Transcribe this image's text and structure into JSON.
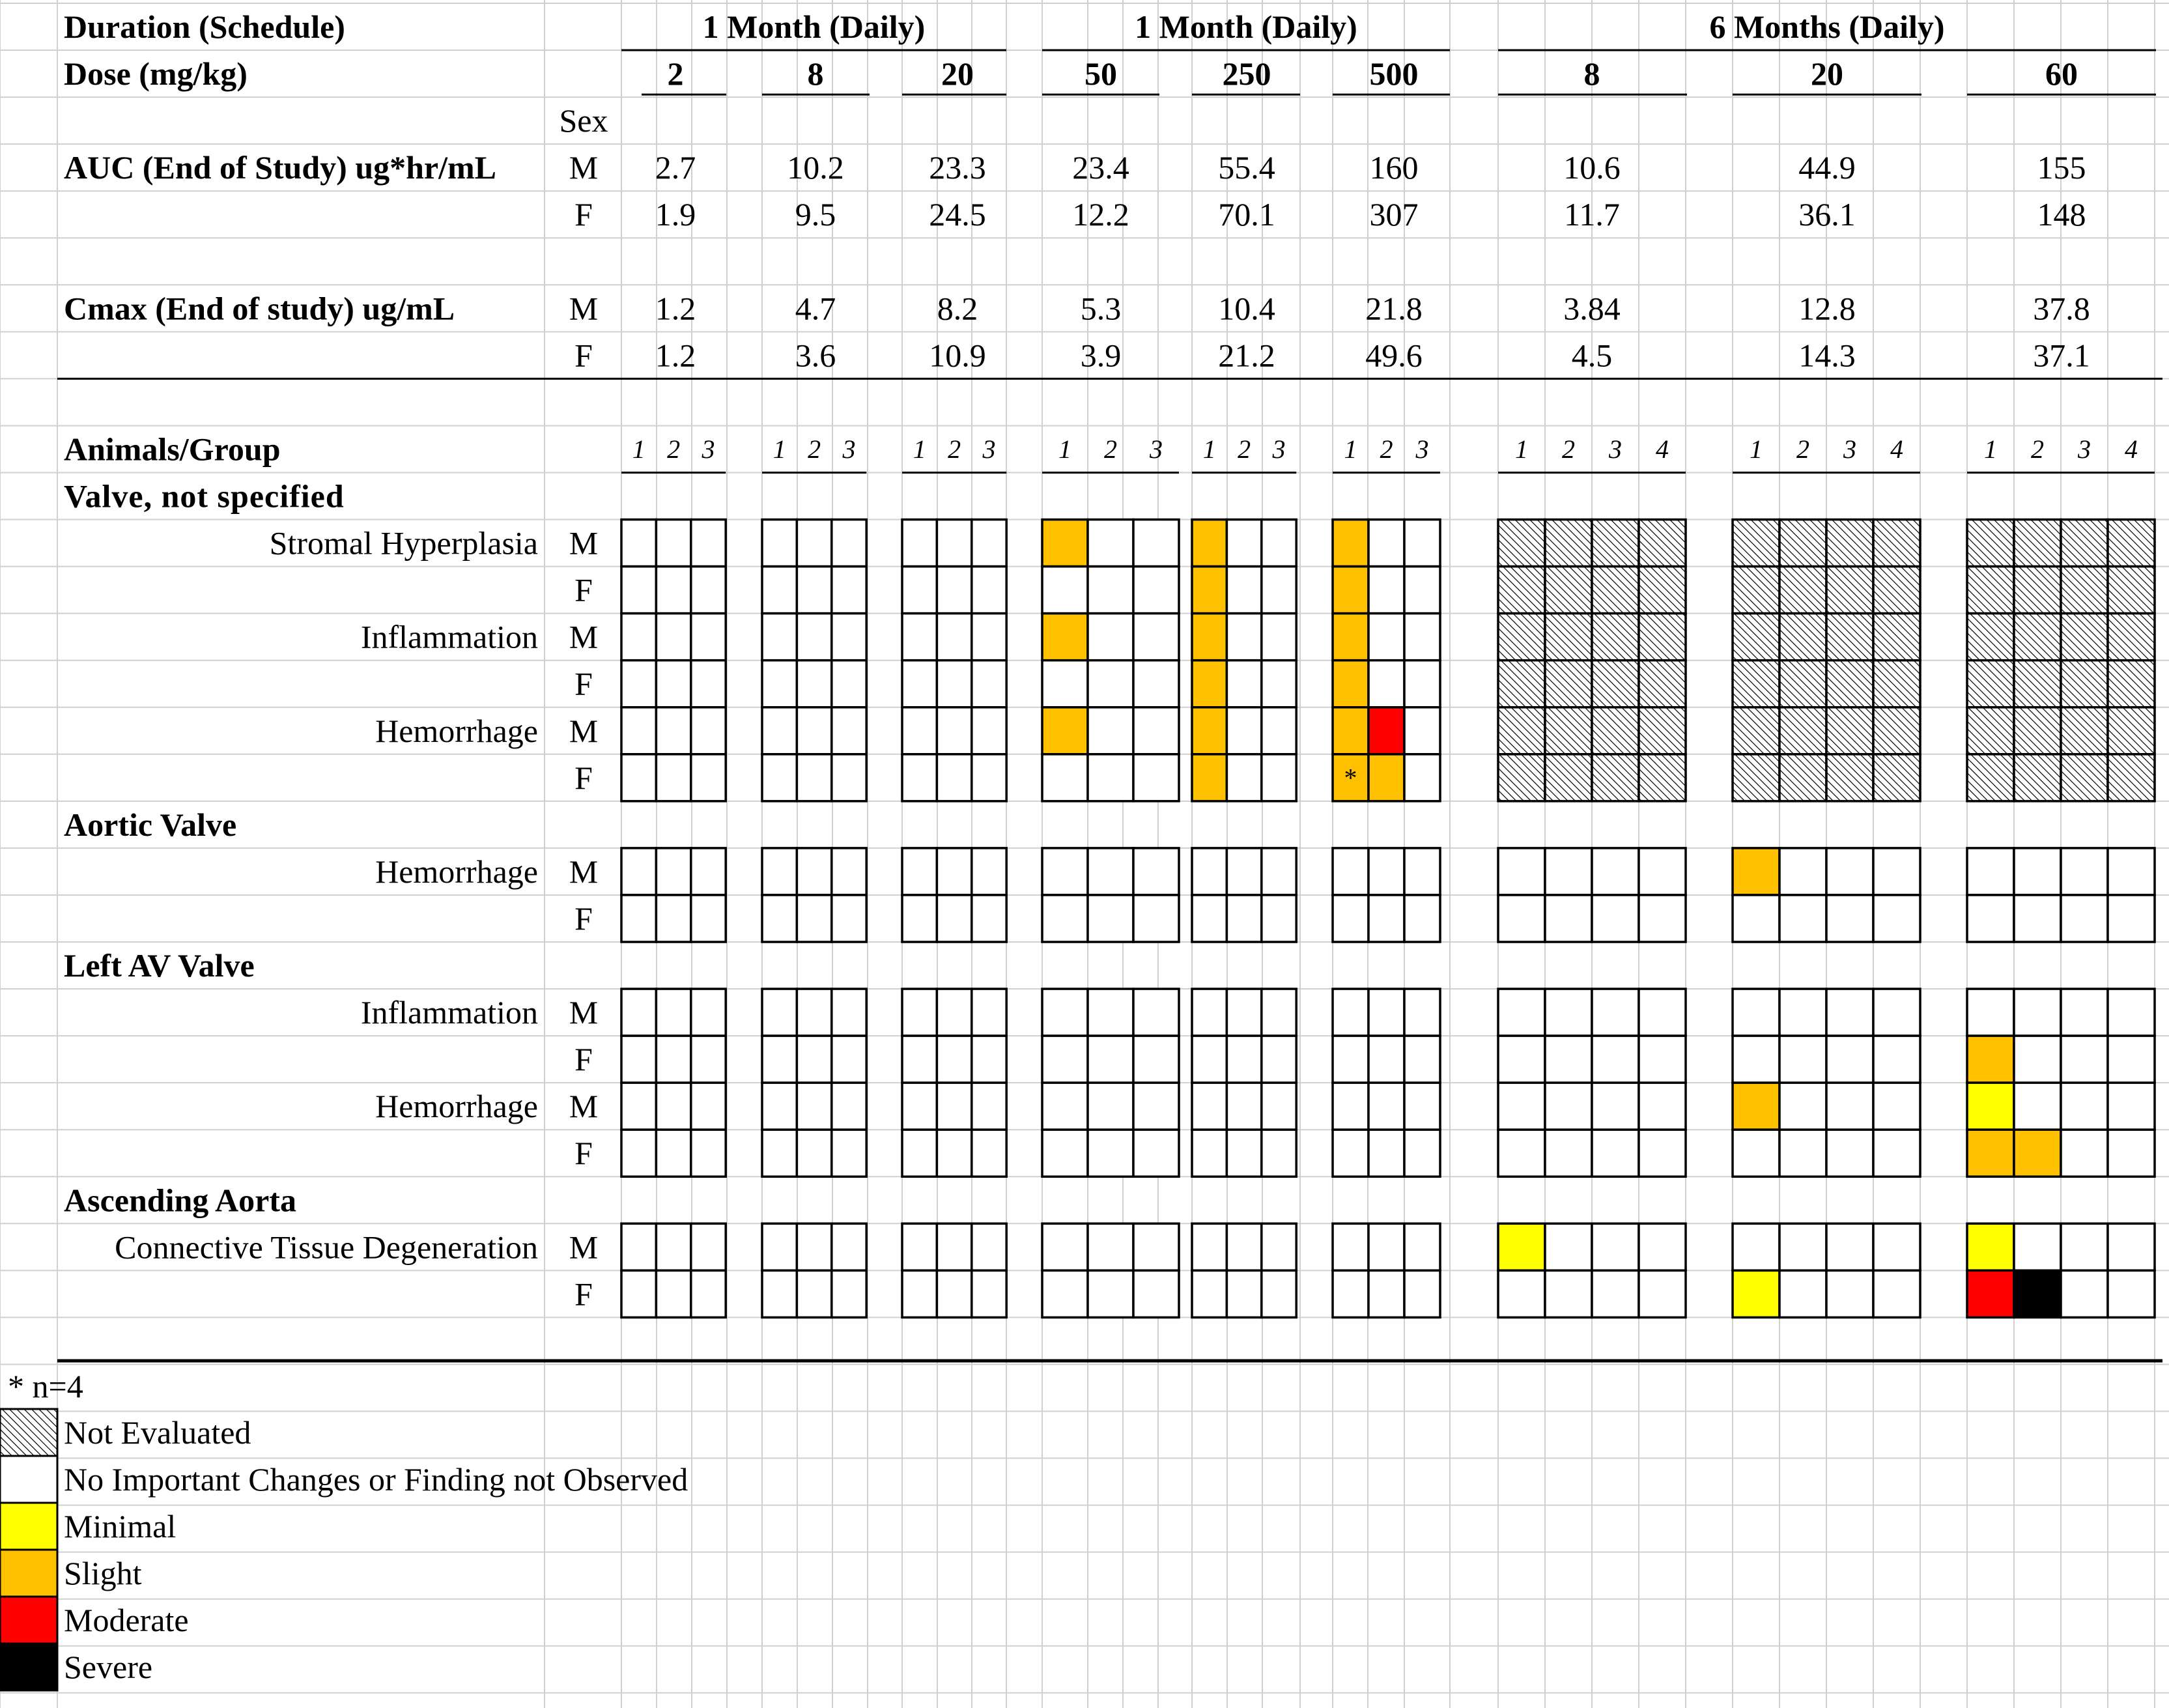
{
  "colors": {
    "not_evaluated": "hatched",
    "none": "#ffffff",
    "minimal": "#ffff00",
    "slight": "#ffc000",
    "moderate": "#ff0000",
    "severe": "#000000",
    "spreadsheet_grid": "#d0d0d0"
  },
  "header": {
    "duration_label": "Duration (Schedule)",
    "dose_label": "Dose (mg/kg)",
    "sex_label": "Sex",
    "groups": [
      {
        "duration": "1 Month (Daily)",
        "doses": [
          "2",
          "8",
          "20"
        ]
      },
      {
        "duration": "1 Month (Daily)",
        "doses": [
          "50",
          "250",
          "500"
        ]
      },
      {
        "duration": "6 Months (Daily)",
        "doses": [
          "8",
          "20",
          "60"
        ]
      }
    ]
  },
  "pk": [
    {
      "label": "AUC (End of Study) ug*hr/mL",
      "M": [
        "2.7",
        "10.2",
        "23.3",
        "23.4",
        "55.4",
        "160",
        "10.6",
        "44.9",
        "155"
      ],
      "F": [
        "1.9",
        "9.5",
        "24.5",
        "12.2",
        "70.1",
        "307",
        "11.7",
        "36.1",
        "148"
      ]
    },
    {
      "label": "Cmax (End of study) ug/mL",
      "M": [
        "1.2",
        "4.7",
        "8.2",
        "5.3",
        "10.4",
        "21.8",
        "3.84",
        "12.8",
        "37.8"
      ],
      "F": [
        "1.2",
        "3.6",
        "10.9",
        "3.9",
        "21.2",
        "49.6",
        "4.5",
        "14.3",
        "37.1"
      ]
    }
  ],
  "animals_label": "Animals/Group",
  "chart_data": {
    "type": "heatmap",
    "animals_per_dose": [
      3,
      3,
      3,
      3,
      3,
      3,
      4,
      4,
      4
    ],
    "severity_legend": [
      {
        "key": "not_evaluated",
        "label": "Not Evaluated"
      },
      {
        "key": "none",
        "label": "No Important Changes or Finding not Observed"
      },
      {
        "key": "minimal",
        "label": "Minimal"
      },
      {
        "key": "slight",
        "label": "Slight"
      },
      {
        "key": "moderate",
        "label": "Moderate"
      },
      {
        "key": "severe",
        "label": "Severe"
      }
    ],
    "footnote": "* n=4",
    "sections": [
      {
        "title": "Valve, not specified",
        "findings": [
          {
            "name": "Stromal Hyperplasia",
            "M": [
              "---",
              "---",
              "---",
              "S--",
              "S--",
              "S--",
              "XXXX",
              "XXXX",
              "XXXX"
            ],
            "F": [
              "---",
              "---",
              "---",
              "---",
              "S--",
              "S--",
              "XXXX",
              "XXXX",
              "XXXX"
            ]
          },
          {
            "name": "Inflammation",
            "M": [
              "---",
              "---",
              "---",
              "S--",
              "S--",
              "S--",
              "XXXX",
              "XXXX",
              "XXXX"
            ],
            "F": [
              "---",
              "---",
              "---",
              "---",
              "S--",
              "S--",
              "XXXX",
              "XXXX",
              "XXXX"
            ]
          },
          {
            "name": "Hemorrhage",
            "M": [
              "---",
              "---",
              "---",
              "S--",
              "S--",
              "SR-",
              "XXXX",
              "XXXX",
              "XXXX"
            ],
            "F": [
              "---",
              "---",
              "---",
              "---",
              "S--",
              "SS-",
              "XXXX",
              "XXXX",
              "XXXX"
            ],
            "F_marker": {
              "dose": 5,
              "animal": 0,
              "text": "*"
            }
          }
        ]
      },
      {
        "title": "Aortic Valve",
        "findings": [
          {
            "name": "Hemorrhage",
            "M": [
              "---",
              "---",
              "---",
              "---",
              "---",
              "---",
              "----",
              "S---",
              "----"
            ],
            "F": [
              "---",
              "---",
              "---",
              "---",
              "---",
              "---",
              "----",
              "----",
              "----"
            ]
          }
        ]
      },
      {
        "title": "Left AV Valve",
        "findings": [
          {
            "name": "Inflammation",
            "M": [
              "---",
              "---",
              "---",
              "---",
              "---",
              "---",
              "----",
              "----",
              "----"
            ],
            "F": [
              "---",
              "---",
              "---",
              "---",
              "---",
              "---",
              "----",
              "----",
              "S---"
            ]
          },
          {
            "name": "Hemorrhage",
            "M": [
              "---",
              "---",
              "---",
              "---",
              "---",
              "---",
              "----",
              "S---",
              "Y---"
            ],
            "F": [
              "---",
              "---",
              "---",
              "---",
              "---",
              "---",
              "----",
              "----",
              "SS--"
            ]
          }
        ]
      },
      {
        "title": "Ascending Aorta",
        "findings": [
          {
            "name": "Connective Tissue Degeneration",
            "M": [
              "---",
              "---",
              "---",
              "---",
              "---",
              "---",
              "Y---",
              "----",
              "Y---"
            ],
            "F": [
              "---",
              "---",
              "---",
              "---",
              "---",
              "---",
              "----",
              "Y---",
              "RB--"
            ]
          }
        ]
      }
    ]
  }
}
